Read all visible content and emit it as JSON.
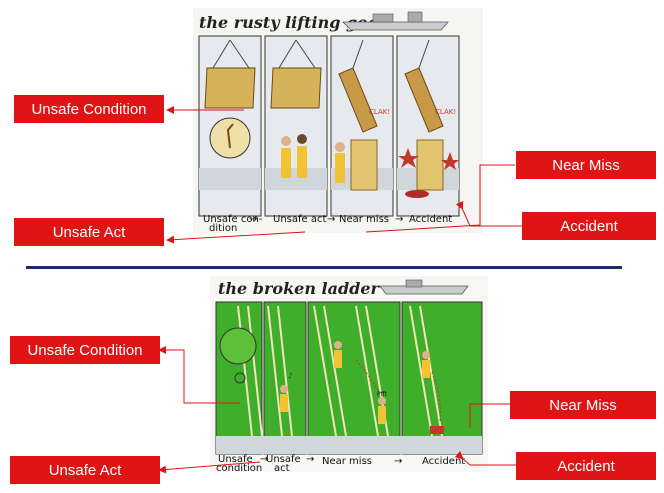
{
  "top_comic": {
    "title": "the rusty lifting gear",
    "captions": [
      "Unsafe con-\ndition",
      "Unsafe act",
      "Near miss",
      "Accident"
    ],
    "sound_1": "CLAK!",
    "sound_2": "CLAK!"
  },
  "bottom_comic": {
    "title": "the broken ladder",
    "captions": [
      "Unsafe\ncondition",
      "Unsafe\nact",
      "Near miss",
      "Accident"
    ],
    "sound_1": "Pfft"
  },
  "labels": {
    "top_unsafe_condition": "Unsafe Condition",
    "top_unsafe_act": "Unsafe Act",
    "top_near_miss": "Near Miss",
    "top_accident": "Accident",
    "bottom_unsafe_condition": "Unsafe Condition",
    "bottom_unsafe_act": "Unsafe Act",
    "bottom_near_miss": "Near Miss",
    "bottom_accident": "Accident"
  },
  "colors": {
    "label_bg": "#e01414",
    "divider": "#1f2a6b",
    "arrow": "#e01414",
    "top_bg": "#e9ecef",
    "bottom_bg": "#3fae2a"
  }
}
